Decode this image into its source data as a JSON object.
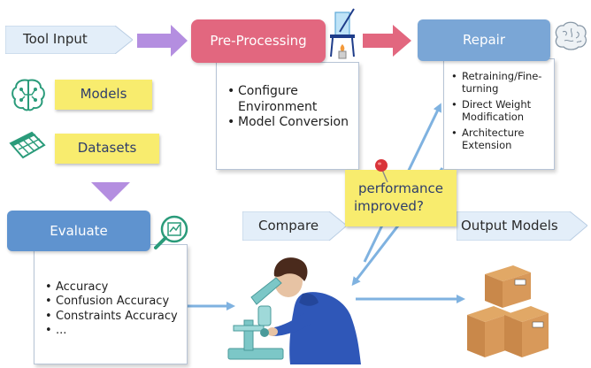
{
  "inputs": {
    "tool_input": "Tool Input",
    "models": "Models",
    "datasets": "Datasets"
  },
  "preprocessing": {
    "title": "Pre-Processing",
    "items": [
      "Configure Environment",
      "Model Conversion"
    ]
  },
  "repair": {
    "title": "Repair",
    "items": [
      "Retraining/Fine-turning",
      "Direct Weight Modification",
      "Architecture Extension"
    ]
  },
  "evaluate": {
    "title": "Evaluate",
    "items": [
      "Accuracy",
      "Confusion Accuracy",
      "Constraints Accuracy",
      "..."
    ]
  },
  "decision": {
    "question_line1": "performance",
    "question_line2": "improved?"
  },
  "compare": "Compare",
  "output": "Output Models",
  "colors": {
    "preprocessing": "#e2677f",
    "repair": "#7aa6d6",
    "evaluate": "#5f93cf",
    "arrow_blue": "#7fb2e0",
    "arrow_purple": "#b48ee0",
    "note": "#f8ec6e"
  }
}
